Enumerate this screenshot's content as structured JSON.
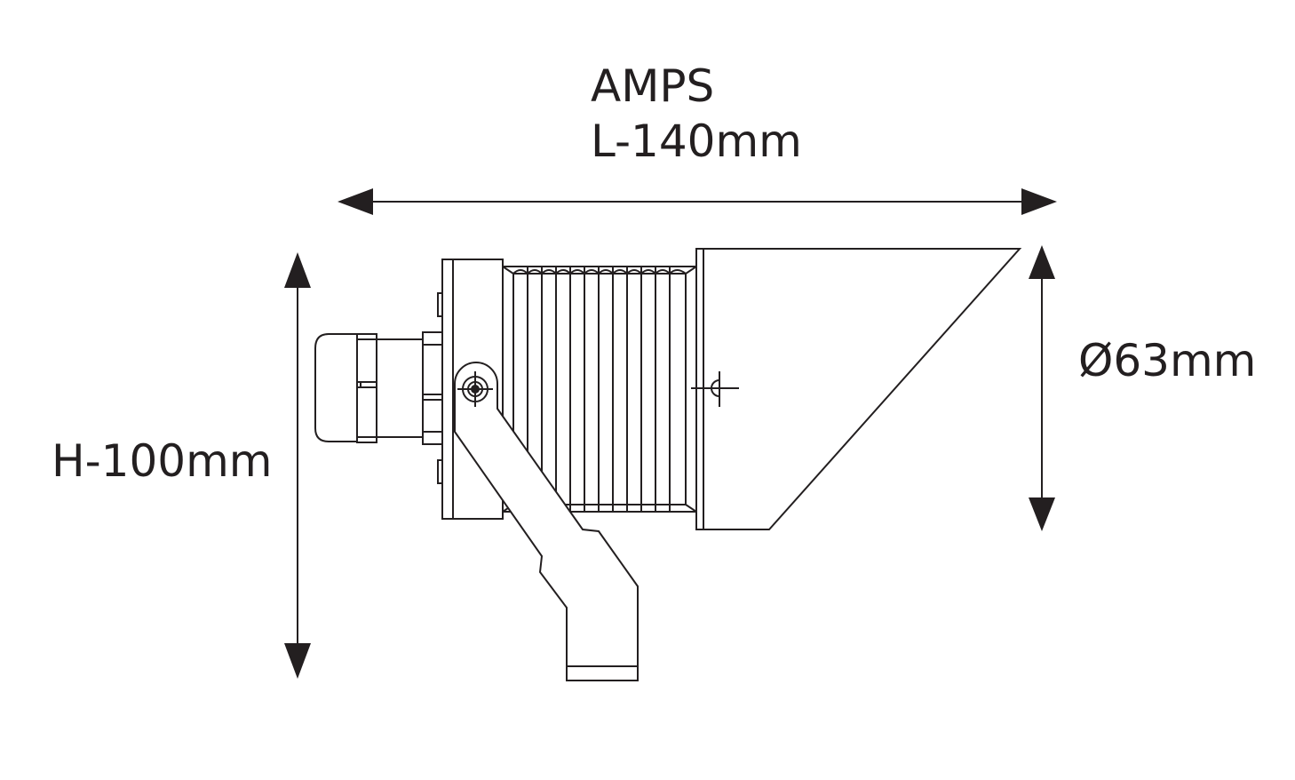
{
  "diagram": {
    "product_name": "AMPS",
    "length_label": "L-140mm",
    "height_label": "H-100mm",
    "diameter_label": "Ø63mm"
  },
  "colors": {
    "line": "#231f20",
    "background": "#ffffff"
  }
}
